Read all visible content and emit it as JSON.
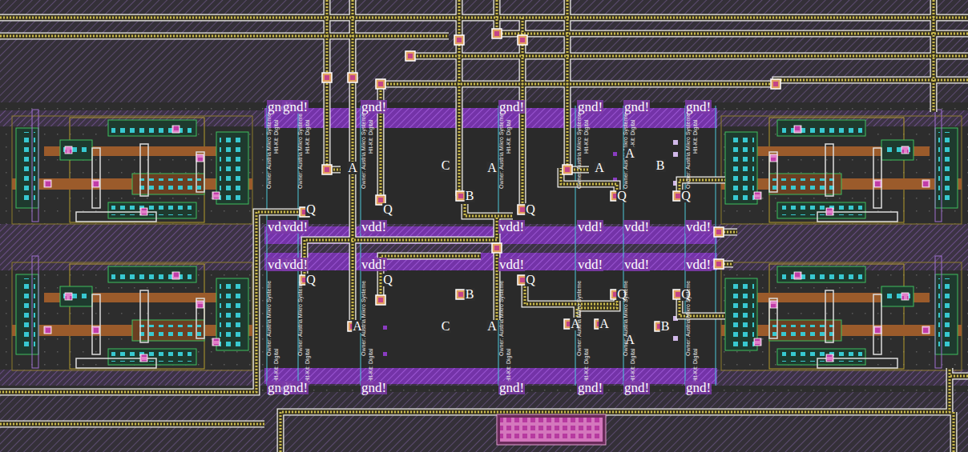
{
  "diagram": {
    "labels": [
      "gnd!",
      "gnd!",
      "gnd!",
      "gnd!",
      "gnd!",
      "gnd!",
      "gnd!",
      "Owner: Austria Mikro Systeme",
      "Hit-Kit: Digital",
      "Owner: Austria Mikro Systeme",
      "Hit-Kit: Digital",
      "Owner: Austria Mikro Systeme",
      "Hit-Kit: Digital",
      "Owner: Austria Mikro Systeme",
      "Hit-Kit: Digital",
      "Owner: Austria Mikro Systeme",
      "Hit-Kit: Digital",
      "Owner: Austria Mikro Systeme",
      "Hit-Kit: Digital",
      "Owner: Austria Mikro Systeme",
      "Hit-Kit: Digital",
      "A",
      "C",
      "A",
      "A",
      "A",
      "B",
      "B",
      "Q",
      "Q",
      "Q",
      "Q",
      "Q",
      "vdd!",
      "vdd!",
      "vdd!",
      "vdd!",
      "vdd!",
      "vdd!",
      "vdd!",
      "vdd!",
      "vdd!",
      "vdd!",
      "vdd!",
      "vdd!",
      "vdd!",
      "vdd!",
      "Q",
      "Q",
      "Q",
      "B",
      "Q",
      "Q",
      "A",
      "C",
      "A",
      "A",
      "A",
      "A",
      "B",
      "Owner: Austria Mikro Systeme",
      "Hit-Kit: Digital",
      "Owner: Austria Mikro Systeme",
      "Hit-Kit: Digital",
      "Owner: Austria Mikro Systeme",
      "Hit-Kit: Digital",
      "Owner: Austria Mikro Systeme",
      "Hit-Kit: Digital",
      "Owner: Austria Mikro Systeme",
      "Hit-Kit: Digital",
      "Owner: Austria Mikro Systeme",
      "Hit-Kit: Digital",
      "Owner: Austria Mikro Systeme",
      "Hit-Kit: Digital",
      "gnd!",
      "gnd!",
      "gnd!",
      "gnd!",
      "gnd!",
      "gnd!",
      "gnd!"
    ]
  }
}
